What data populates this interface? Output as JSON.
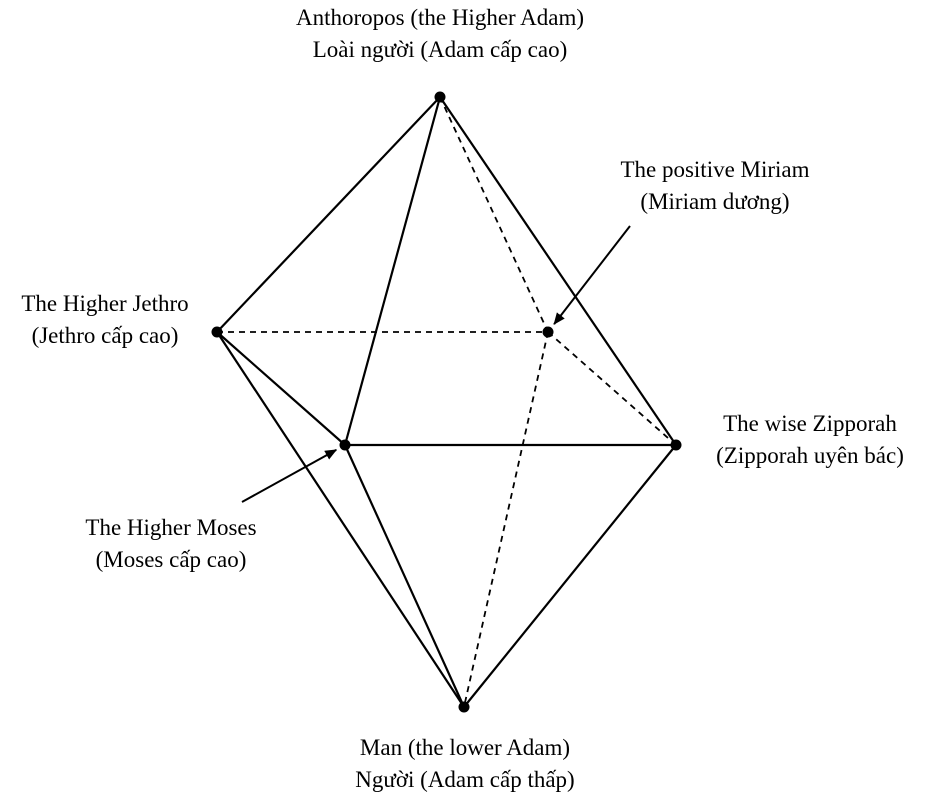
{
  "colors": {
    "line": "#000000",
    "background": "#ffffff"
  },
  "nodes": {
    "anthropos": {
      "line1": "Anthoropos (the Higher Adam)",
      "line2": "Loài người (Adam cấp cao)"
    },
    "miriam": {
      "line1": "The positive Miriam",
      "line2": "(Miriam dương)"
    },
    "jethro": {
      "line1": "The Higher Jethro",
      "line2": "(Jethro cấp cao)"
    },
    "zipporah": {
      "line1": "The wise Zipporah",
      "line2": "(Zipporah uyên bác)"
    },
    "moses": {
      "line1": "The Higher Moses",
      "line2": "(Moses cấp cao)"
    },
    "man": {
      "line1": "Man (the lower Adam)",
      "line2": "Người (Adam cấp thấp)"
    }
  },
  "edges": [
    {
      "from": "anthropos",
      "to": "jethro",
      "style": "solid"
    },
    {
      "from": "anthropos",
      "to": "moses",
      "style": "solid"
    },
    {
      "from": "anthropos",
      "to": "zipporah",
      "style": "solid"
    },
    {
      "from": "anthropos",
      "to": "miriam",
      "style": "dashed"
    },
    {
      "from": "jethro",
      "to": "moses",
      "style": "solid"
    },
    {
      "from": "jethro",
      "to": "man",
      "style": "solid"
    },
    {
      "from": "jethro",
      "to": "miriam",
      "style": "dashed"
    },
    {
      "from": "moses",
      "to": "zipporah",
      "style": "solid"
    },
    {
      "from": "moses",
      "to": "man",
      "style": "solid"
    },
    {
      "from": "zipporah",
      "to": "man",
      "style": "solid"
    },
    {
      "from": "miriam",
      "to": "zipporah",
      "style": "dashed"
    },
    {
      "from": "miriam",
      "to": "man",
      "style": "dashed"
    }
  ],
  "pointers": [
    {
      "target": "miriam",
      "from_label": "miriam"
    },
    {
      "target": "moses",
      "from_label": "moses"
    }
  ]
}
